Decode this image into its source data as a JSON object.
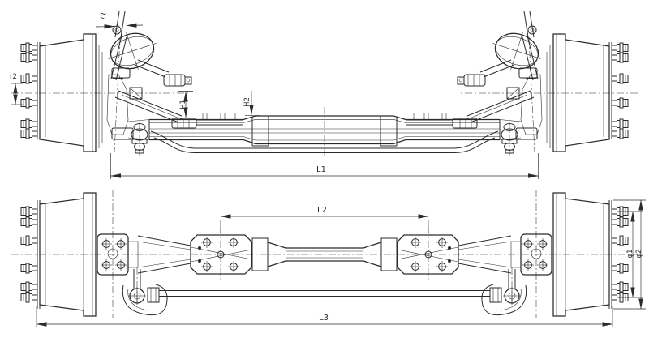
{
  "colors": {
    "ink": "#2b2b2b",
    "background": "#ffffff"
  },
  "front_view": {
    "labels": {
      "r1": "r1",
      "r2": "r2",
      "h1": "H1",
      "h2": "H2",
      "l1": "L1"
    }
  },
  "plan_view": {
    "labels": {
      "l2": "L2",
      "l3": "L3",
      "phi1": "φ1",
      "phi2": "φ2"
    }
  }
}
